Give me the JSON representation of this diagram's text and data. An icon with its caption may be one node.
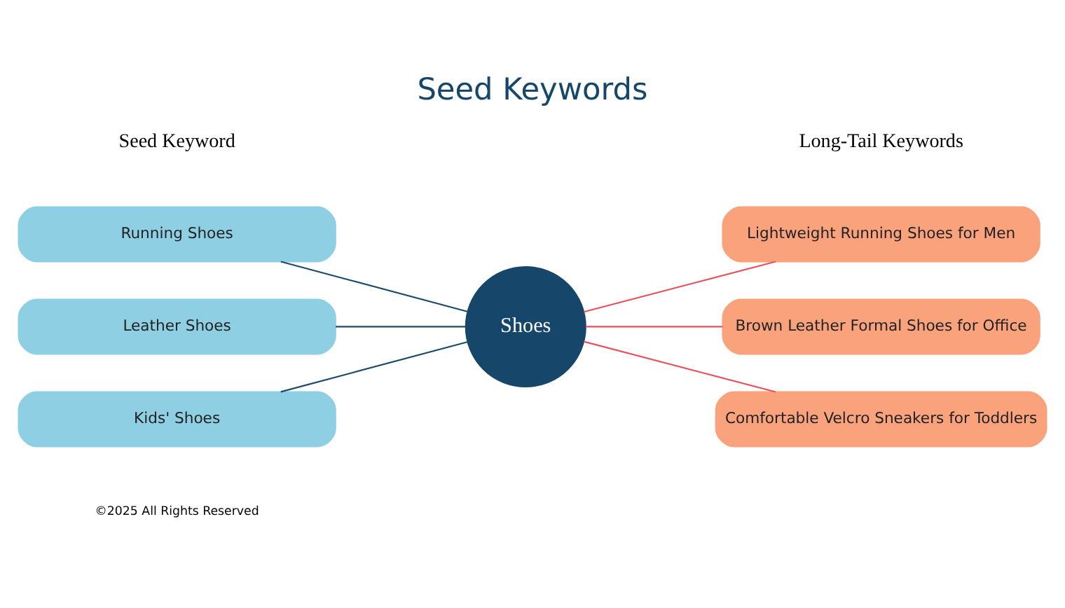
{
  "diagram": {
    "title": "Seed Keywords",
    "nodes": [
      {
        "text": [
          "Shoes"
        ]
      },
      {
        "text": [
          "Running Shoes"
        ]
      },
      {
        "text": [
          "Leather Shoes"
        ]
      },
      {
        "text": [
          "Kids' Shoes"
        ]
      },
      {
        "text": [
          "Lightweight Running Shoes for Men"
        ]
      },
      {
        "text": [
          "Brown Leather Formal Shoes for Office"
        ]
      },
      {
        "text": [
          "Comfortable Velcro Sneakers for Toddlers"
        ]
      }
    ],
    "edges": [
      {
        "from": 1,
        "to": 0,
        "arrow": "none",
        "color": "#1b4a6b"
      },
      {
        "from": 2,
        "to": 0,
        "arrow": "none",
        "color": "#1b4a6b"
      },
      {
        "from": 3,
        "to": 0,
        "arrow": "none",
        "color": "#1b4a6b"
      },
      {
        "from": 0,
        "to": 4,
        "arrow": "none",
        "color": "#e8505b"
      },
      {
        "from": 0,
        "to": 5,
        "arrow": "none",
        "color": "#e8505b"
      },
      {
        "from": 0,
        "to": 6,
        "arrow": "none",
        "color": "#e8505b"
      }
    ],
    "labels": [
      "Seed Keyword",
      "Long-Tail Keywords",
      "©2025 All Rights Reserved"
    ]
  }
}
